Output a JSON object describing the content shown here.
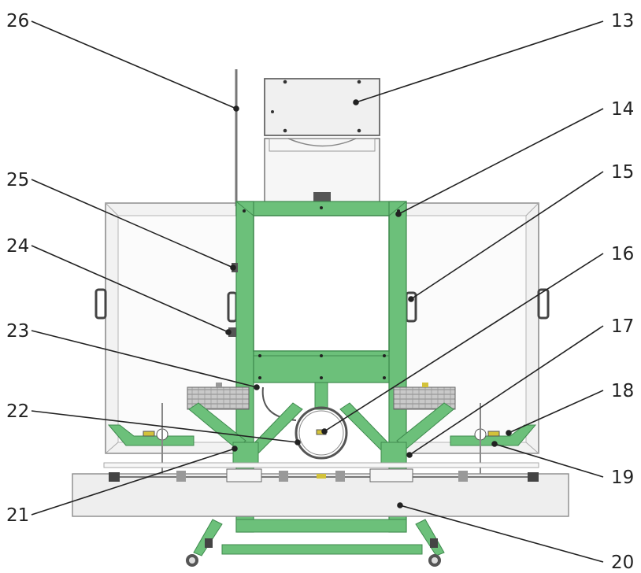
{
  "colors": {
    "frame_green": "#6cc07a",
    "frame_dark": "#3f8a4e",
    "panel_fill": "#f3f3f3",
    "panel_edge": "#9a9a9a",
    "lamp_gray": "#bdbdbd",
    "leader": "#222222"
  },
  "callouts": [
    {
      "id": "13",
      "label": "13"
    },
    {
      "id": "14",
      "label": "14"
    },
    {
      "id": "15",
      "label": "15"
    },
    {
      "id": "16",
      "label": "16"
    },
    {
      "id": "17",
      "label": "17"
    },
    {
      "id": "18",
      "label": "18"
    },
    {
      "id": "19",
      "label": "19"
    },
    {
      "id": "20",
      "label": "20"
    },
    {
      "id": "21",
      "label": "21"
    },
    {
      "id": "22",
      "label": "22"
    },
    {
      "id": "23",
      "label": "23"
    },
    {
      "id": "24",
      "label": "24"
    },
    {
      "id": "25",
      "label": "25"
    },
    {
      "id": "26",
      "label": "26"
    }
  ]
}
